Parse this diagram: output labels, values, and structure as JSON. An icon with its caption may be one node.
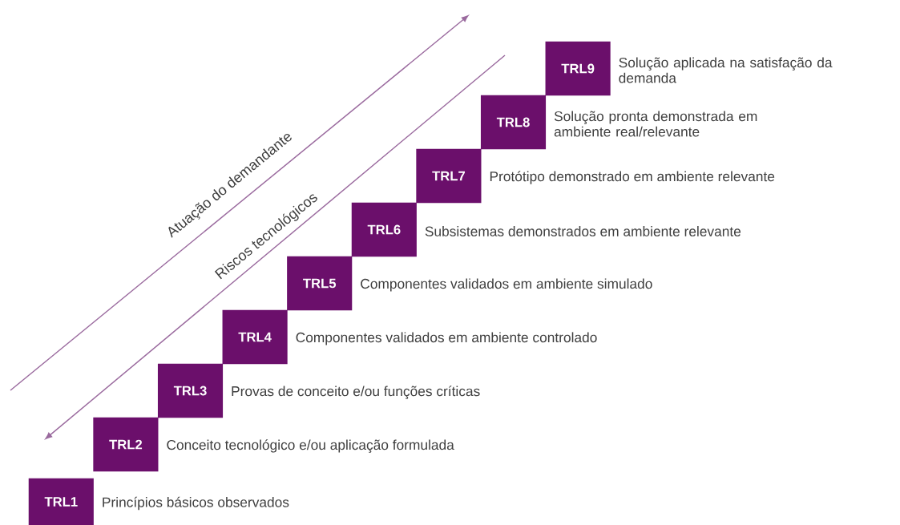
{
  "diagram": {
    "nodes": [
      {
        "text": [
          "TRL1"
        ],
        "beside": [
          "Princípios básicos observados"
        ]
      },
      {
        "text": [
          "TRL2"
        ],
        "beside": [
          "Conceito tecnológico e/ou aplicação formulada"
        ]
      },
      {
        "text": [
          "TRL3"
        ],
        "beside": [
          "Provas de conceito e/ou funções críticas"
        ]
      },
      {
        "text": [
          "TRL4"
        ],
        "beside": [
          "Componentes validados em ambiente controlado"
        ]
      },
      {
        "text": [
          "TRL5"
        ],
        "beside": [
          "Componentes validados em ambiente simulado"
        ]
      },
      {
        "text": [
          "TRL6"
        ],
        "beside": [
          "Subsistemas demonstrados em ambiente relevante"
        ]
      },
      {
        "text": [
          "TRL7"
        ],
        "beside": [
          "Protótipo demonstrado em ambiente relevante"
        ]
      },
      {
        "text": [
          "TRL8"
        ],
        "beside": [
          "Solução pronta demonstrada em ambiente real/relevante"
        ]
      },
      {
        "text": [
          "TRL9"
        ],
        "beside": [
          "Solução aplicada na satisfação da demanda"
        ]
      }
    ],
    "labels": [
      "Atuação do demandante",
      "Riscos tecnológicos"
    ]
  }
}
